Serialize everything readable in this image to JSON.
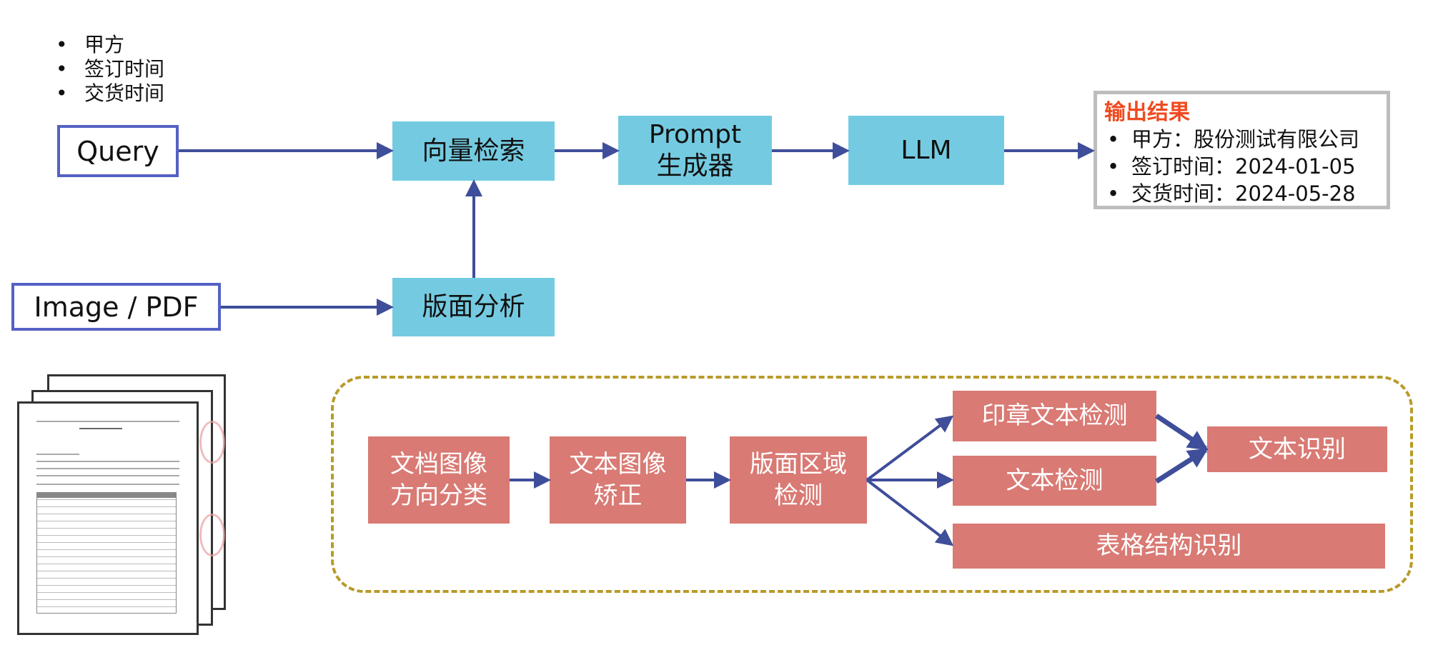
{
  "query_fields": [
    "甲方",
    "签订时间",
    "交货时间"
  ],
  "inputs": {
    "query": "Query",
    "image_pdf": "Image / PDF"
  },
  "pipeline": {
    "vector_search": "向量检索",
    "prompt_generator": [
      "Prompt",
      "生成器"
    ],
    "llm": "LLM",
    "layout_analysis": "版面分析"
  },
  "output": {
    "title": "输出结果",
    "items": [
      "甲方：股份测试有限公司",
      "签订时间：2024-01-05",
      "交货时间：2024-05-28"
    ]
  },
  "layout_steps": {
    "orientation": [
      "文档图像",
      "方向分类"
    ],
    "rectify": [
      "文本图像",
      "矫正"
    ],
    "region_detect": [
      "版面区域",
      "检测"
    ],
    "seal_detect": "印章文本检测",
    "text_detect": "文本检测",
    "table_recog": "表格结构识别",
    "text_recog": "文本识别"
  },
  "colors": {
    "cyan": "#74cbe1",
    "red": "#d97a74",
    "arrow": "#3f4e9a",
    "input_border": "#5561c4",
    "dashed": "#b89a2a",
    "title_red": "#f04a20"
  }
}
